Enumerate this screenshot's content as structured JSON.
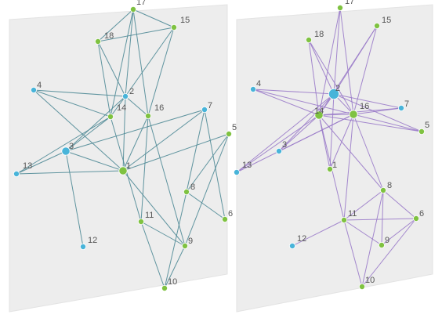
{
  "panels": [
    {
      "id": "left",
      "edge_color": "#4f8a96",
      "nodes": [
        {
          "label": "17",
          "color": "#7fc241",
          "size": "small"
        },
        {
          "label": "15",
          "color": "#7fc241",
          "size": "small"
        },
        {
          "label": "18",
          "color": "#7fc241",
          "size": "small"
        },
        {
          "label": "4",
          "color": "#48b4d9",
          "size": "small"
        },
        {
          "label": "2",
          "color": "#48b4d9",
          "size": "small"
        },
        {
          "label": "14",
          "color": "#7fc241",
          "size": "small"
        },
        {
          "label": "16",
          "color": "#7fc241",
          "size": "small"
        },
        {
          "label": "7",
          "color": "#48b4d9",
          "size": "small"
        },
        {
          "label": "5",
          "color": "#7fc241",
          "size": "small"
        },
        {
          "label": "3",
          "color": "#48b4d9",
          "size": "medium"
        },
        {
          "label": "13",
          "color": "#48b4d9",
          "size": "small"
        },
        {
          "label": "1",
          "color": "#7fc241",
          "size": "medium"
        },
        {
          "label": "8",
          "color": "#7fc241",
          "size": "small"
        },
        {
          "label": "6",
          "color": "#7fc241",
          "size": "small"
        },
        {
          "label": "11",
          "color": "#7fc241",
          "size": "small"
        },
        {
          "label": "12",
          "color": "#48b4d9",
          "size": "small"
        },
        {
          "label": "9",
          "color": "#7fc241",
          "size": "small"
        },
        {
          "label": "10",
          "color": "#7fc241",
          "size": "small"
        }
      ],
      "edges": [
        [
          "17",
          "18"
        ],
        [
          "17",
          "15"
        ],
        [
          "17",
          "2"
        ],
        [
          "17",
          "16"
        ],
        [
          "17",
          "14"
        ],
        [
          "15",
          "18"
        ],
        [
          "15",
          "2"
        ],
        [
          "15",
          "16"
        ],
        [
          "18",
          "2"
        ],
        [
          "18",
          "14"
        ],
        [
          "4",
          "14"
        ],
        [
          "4",
          "1"
        ],
        [
          "4",
          "2"
        ],
        [
          "2",
          "3"
        ],
        [
          "2",
          "16"
        ],
        [
          "2",
          "14"
        ],
        [
          "2",
          "1"
        ],
        [
          "14",
          "3"
        ],
        [
          "14",
          "11"
        ],
        [
          "16",
          "1"
        ],
        [
          "16",
          "11"
        ],
        [
          "16",
          "9"
        ],
        [
          "7",
          "3"
        ],
        [
          "7",
          "1"
        ],
        [
          "7",
          "8"
        ],
        [
          "7",
          "6"
        ],
        [
          "5",
          "1"
        ],
        [
          "5",
          "8"
        ],
        [
          "5",
          "9"
        ],
        [
          "3",
          "13"
        ],
        [
          "3",
          "12"
        ],
        [
          "3",
          "1"
        ],
        [
          "13",
          "14"
        ],
        [
          "13",
          "1"
        ],
        [
          "8",
          "6"
        ],
        [
          "8",
          "10"
        ],
        [
          "11",
          "9"
        ],
        [
          "11",
          "10"
        ],
        [
          "9",
          "10"
        ],
        [
          "1",
          "9"
        ]
      ]
    },
    {
      "id": "right",
      "edge_color": "#9a7bc9",
      "nodes": [
        {
          "label": "17",
          "color": "#7fc241",
          "size": "small"
        },
        {
          "label": "15",
          "color": "#7fc241",
          "size": "small"
        },
        {
          "label": "18",
          "color": "#7fc241",
          "size": "small"
        },
        {
          "label": "4",
          "color": "#48b4d9",
          "size": "small"
        },
        {
          "label": "2",
          "color": "#48b4d9",
          "size": "large"
        },
        {
          "label": "14",
          "color": "#7fc241",
          "size": "medium"
        },
        {
          "label": "16",
          "color": "#7fc241",
          "size": "medium"
        },
        {
          "label": "7",
          "color": "#48b4d9",
          "size": "small"
        },
        {
          "label": "5",
          "color": "#7fc241",
          "size": "small"
        },
        {
          "label": "3",
          "color": "#48b4d9",
          "size": "small"
        },
        {
          "label": "13",
          "color": "#48b4d9",
          "size": "small"
        },
        {
          "label": "1",
          "color": "#7fc241",
          "size": "small"
        },
        {
          "label": "8",
          "color": "#7fc241",
          "size": "small"
        },
        {
          "label": "6",
          "color": "#7fc241",
          "size": "small"
        },
        {
          "label": "11",
          "color": "#7fc241",
          "size": "small"
        },
        {
          "label": "12",
          "color": "#48b4d9",
          "size": "small"
        },
        {
          "label": "9",
          "color": "#7fc241",
          "size": "small"
        },
        {
          "label": "10",
          "color": "#7fc241",
          "size": "small"
        }
      ],
      "edges": [
        [
          "17",
          "14"
        ],
        [
          "17",
          "16"
        ],
        [
          "17",
          "2"
        ],
        [
          "15",
          "14"
        ],
        [
          "15",
          "16"
        ],
        [
          "15",
          "2"
        ],
        [
          "18",
          "14"
        ],
        [
          "18",
          "16"
        ],
        [
          "18",
          "2"
        ],
        [
          "4",
          "14"
        ],
        [
          "4",
          "16"
        ],
        [
          "4",
          "2"
        ],
        [
          "7",
          "14"
        ],
        [
          "7",
          "16"
        ],
        [
          "7",
          "2"
        ],
        [
          "5",
          "14"
        ],
        [
          "5",
          "16"
        ],
        [
          "5",
          "2"
        ],
        [
          "3",
          "14"
        ],
        [
          "3",
          "16"
        ],
        [
          "3",
          "2"
        ],
        [
          "13",
          "14"
        ],
        [
          "13",
          "16"
        ],
        [
          "13",
          "2"
        ],
        [
          "1",
          "14"
        ],
        [
          "1",
          "16"
        ],
        [
          "1",
          "2"
        ],
        [
          "14",
          "16"
        ],
        [
          "14",
          "2"
        ],
        [
          "16",
          "2"
        ],
        [
          "14",
          "11"
        ],
        [
          "14",
          "8"
        ],
        [
          "16",
          "8"
        ],
        [
          "16",
          "11"
        ],
        [
          "8",
          "11"
        ],
        [
          "8",
          "6"
        ],
        [
          "8",
          "9"
        ],
        [
          "8",
          "10"
        ],
        [
          "11",
          "6"
        ],
        [
          "11",
          "12"
        ],
        [
          "11",
          "9"
        ],
        [
          "11",
          "10"
        ],
        [
          "6",
          "9"
        ],
        [
          "6",
          "10"
        ]
      ]
    }
  ],
  "colors": {
    "plane_fill": "#ededed",
    "plane_stroke": "#e3e3e3",
    "label_color": "#555555",
    "node_stroke": "#ffffff"
  }
}
